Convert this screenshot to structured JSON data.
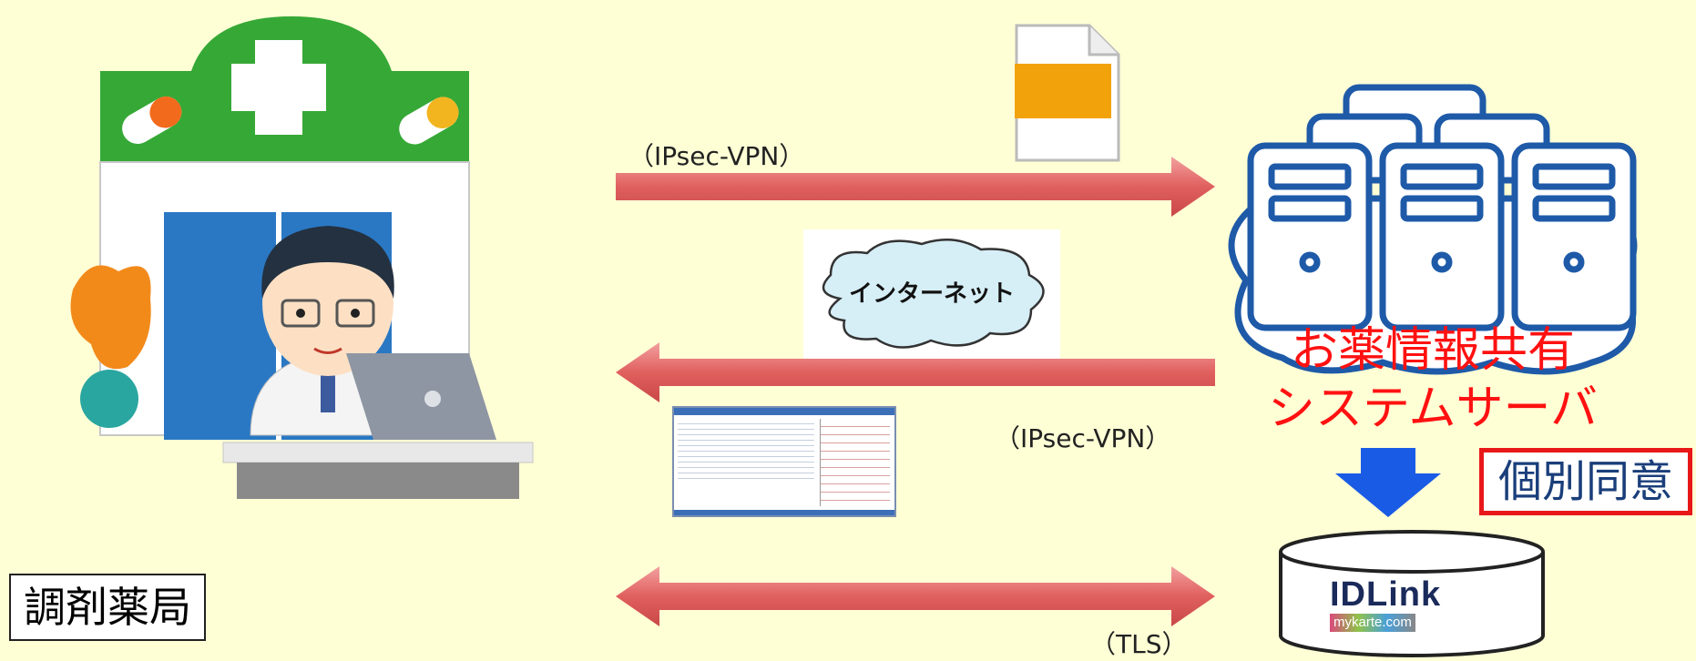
{
  "labels": {
    "vpn_top": "（IPsec-VPN）",
    "vpn_mid": "（IPsec-VPN）",
    "tls": "（TLS）",
    "internet": "インターネット",
    "server_line1": "お薬情報共有",
    "server_line2": "システムサーバ",
    "consent": "個別同意",
    "pharmacy": "調剤薬局",
    "idlink_logo": "IDLink",
    "idlink_sub": "mykarte.com"
  },
  "colors": {
    "background": "#ffffd6",
    "arrow_red": "#e05a5a",
    "server_blue": "#1e5aa8",
    "down_arrow_blue": "#1a5be6",
    "pharmacy_green": "#36a836",
    "document_orange": "#f2a20a"
  }
}
